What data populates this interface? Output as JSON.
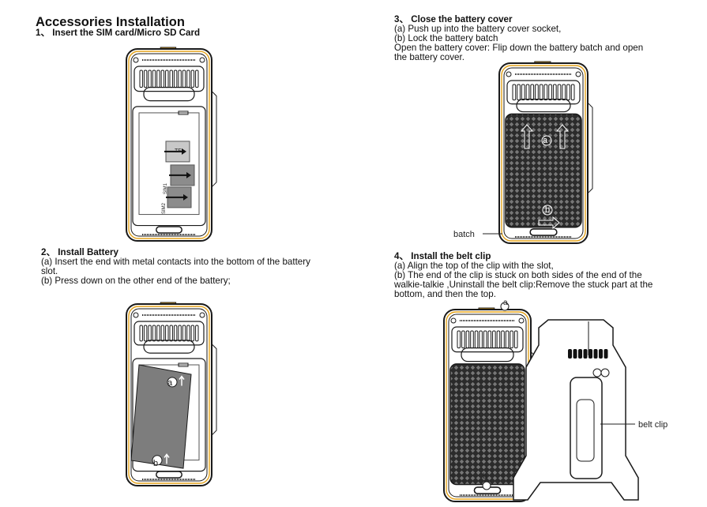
{
  "title": "Accessories Installation",
  "sections": [
    {
      "heading": "1、 Insert the SIM card/Micro SD Card",
      "lines": []
    },
    {
      "heading": "2、 Install Battery",
      "lines": [
        "(a) Insert the end with metal contacts into the bottom of the battery",
        "slot.",
        "(b) Press down on the other end of the battery;"
      ]
    },
    {
      "heading": "3、 Close the battery cover",
      "lines": [
        "(a) Push up into the battery cover socket,",
        "(b) Lock the battery batch",
        "Open the battery cover: Flip down the battery batch and open",
        "the battery cover."
      ]
    },
    {
      "heading": "4、 Install the belt clip",
      "lines": [
        "(a) Align the top of the clip with the slot,",
        "(b) The end of the clip is stuck on both sides of the end of the",
        "walkie-talkie ,Uninstall the belt clip:Remove the stuck part at the",
        "bottom, and then the top."
      ]
    }
  ],
  "figure_labels": {
    "tf": "TF",
    "sim1": "SIM1",
    "sim2": "SIM2",
    "a": "a",
    "b": "b",
    "batch": "batch",
    "belt_clip": "belt clip"
  },
  "colors": {
    "accent": "#e3a21a",
    "outline": "#1a1a1a",
    "cover": "#2b2b2b",
    "battery": "#7d7d7d"
  }
}
